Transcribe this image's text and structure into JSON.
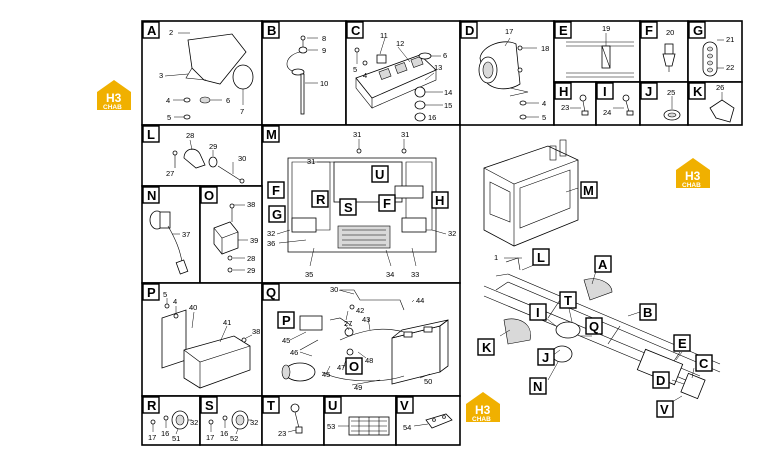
{
  "watermark": {
    "mark": "H3",
    "text": "CHAB"
  },
  "panels": {
    "A": {
      "label": "A",
      "callouts": [
        "2",
        "3",
        "4",
        "5",
        "6",
        "7"
      ]
    },
    "B": {
      "label": "B",
      "callouts": [
        "8",
        "9",
        "10"
      ]
    },
    "C": {
      "label": "C",
      "callouts": [
        "11",
        "12",
        "5",
        "4",
        "6",
        "13",
        "14",
        "15",
        "16"
      ]
    },
    "D": {
      "label": "D",
      "callouts": [
        "17",
        "18",
        "4",
        "5"
      ]
    },
    "E": {
      "label": "E",
      "callouts": [
        "19"
      ]
    },
    "F": {
      "label": "F",
      "callouts": [
        "20"
      ]
    },
    "G": {
      "label": "G",
      "callouts": [
        "21",
        "22"
      ]
    },
    "H": {
      "label": "H",
      "callouts": [
        "23"
      ]
    },
    "I": {
      "label": "I",
      "callouts": [
        "24"
      ]
    },
    "J": {
      "label": "J",
      "callouts": [
        "25"
      ]
    },
    "K": {
      "label": "K",
      "callouts": [
        "26"
      ]
    },
    "L": {
      "label": "L",
      "callouts": [
        "28",
        "29",
        "27",
        "30"
      ]
    },
    "M": {
      "label": "M",
      "callouts": [
        "31",
        "31",
        "31",
        "32",
        "36",
        "35",
        "34",
        "33",
        "32"
      ],
      "sub_labels": [
        "F",
        "R",
        "U",
        "G",
        "S",
        "F",
        "H"
      ]
    },
    "N": {
      "label": "N",
      "callouts": [
        "37"
      ]
    },
    "O": {
      "label": "O",
      "callouts": [
        "38",
        "39",
        "28",
        "29"
      ]
    },
    "P": {
      "label": "P",
      "callouts": [
        "5",
        "4",
        "40",
        "41",
        "38"
      ]
    },
    "Q": {
      "label": "Q",
      "callouts": [
        "30",
        "42",
        "44",
        "43",
        "27",
        "45",
        "46",
        "48",
        "45",
        "47",
        "49",
        "50"
      ],
      "sub_labels": [
        "P",
        "O"
      ]
    },
    "R": {
      "label": "R",
      "callouts": [
        "17",
        "16",
        "51",
        "32"
      ]
    },
    "S": {
      "label": "S",
      "callouts": [
        "17",
        "16",
        "52",
        "32"
      ]
    },
    "T": {
      "label": "T",
      "callouts": [
        "23"
      ]
    },
    "U": {
      "label": "U",
      "callouts": [
        "53"
      ]
    },
    "V": {
      "label": "V",
      "callouts": [
        "54"
      ]
    }
  },
  "overview": {
    "cab_label": "M",
    "lead_number": "1",
    "labels": [
      "L",
      "A",
      "T",
      "B",
      "I",
      "Q",
      "K",
      "J",
      "N",
      "E",
      "C",
      "D",
      "V"
    ]
  }
}
